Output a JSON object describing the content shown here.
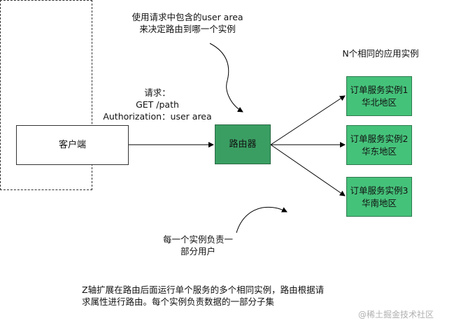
{
  "annotations": {
    "top_note": [
      "使用请求中包含的user area",
      "来决定路由到哪一个实例"
    ],
    "request_label": [
      "请求：",
      "GET /path",
      "Authorization：user area"
    ],
    "bottom_note": [
      "每一个实例负责一",
      "部分用户"
    ]
  },
  "nodes": {
    "client": "客户端",
    "router": "路由器",
    "group_title": "N个相同的应用实例",
    "services": [
      {
        "name": "订单服务实例1",
        "region": "华北地区"
      },
      {
        "name": "订单服务实例2",
        "region": "华东地区"
      },
      {
        "name": "订单服务实例3",
        "region": "华南地区"
      }
    ]
  },
  "caption": [
    "Z轴扩展在路由后面运行单个服务的多个相同实例，路由根据请",
    "求属性进行路由。每个实例负责数据的一部分子集"
  ],
  "watermark": "@稀土掘金技术社区",
  "colors": {
    "router": "#3a9e62",
    "service": "#45c27a",
    "line": "#000000"
  }
}
